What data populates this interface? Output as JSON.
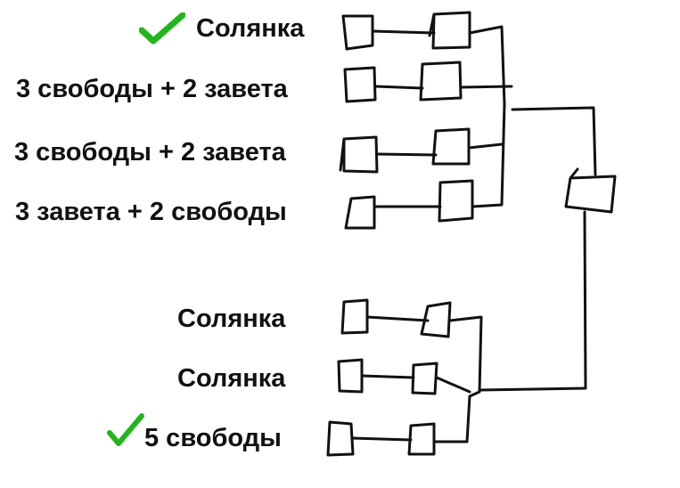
{
  "bracket": {
    "upper_group": [
      {
        "label": "Солянка",
        "checked": true
      },
      {
        "label": "3 свободы + 2 завета",
        "checked": false
      },
      {
        "label": "3 свободы + 2 завета",
        "checked": false
      },
      {
        "label": "3 завета + 2 свободы",
        "checked": false
      }
    ],
    "lower_group": [
      {
        "label": "Солянка",
        "checked": false
      },
      {
        "label": "Солянка",
        "checked": false
      },
      {
        "label": "5 свободы",
        "checked": true
      }
    ]
  },
  "colors": {
    "ink": "#111111",
    "check": "#22b51c"
  },
  "icons": {
    "check": "check-icon"
  }
}
